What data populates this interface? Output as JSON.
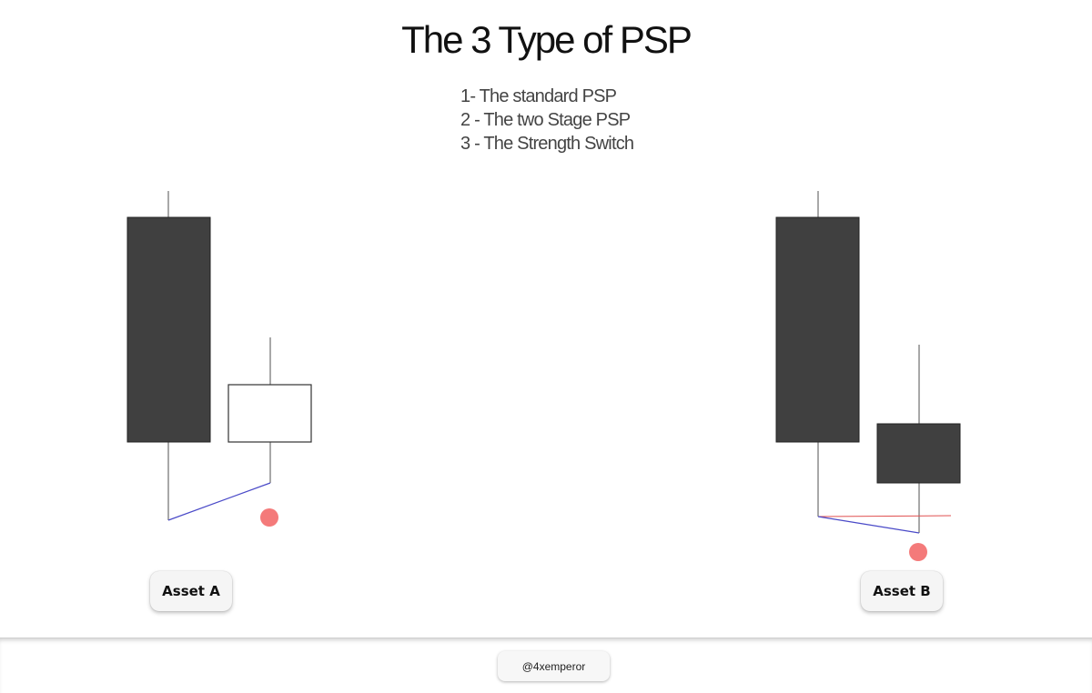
{
  "title": "The 3 Type of PSP",
  "types": [
    "1- The standard PSP",
    "2 - The two Stage PSP",
    "3 - The Strength Switch"
  ],
  "assets": {
    "a_label": "Asset A",
    "b_label": "Asset B"
  },
  "footer": {
    "handle": "@4xemperor"
  },
  "colors": {
    "bearish_candle": "#404040",
    "bullish_candle": "#ffffff",
    "wick": "#a8a8a8",
    "divergence_line": "#4a4ac8",
    "reference_line": "#e05050",
    "signal_dot": "#f47a7a"
  }
}
